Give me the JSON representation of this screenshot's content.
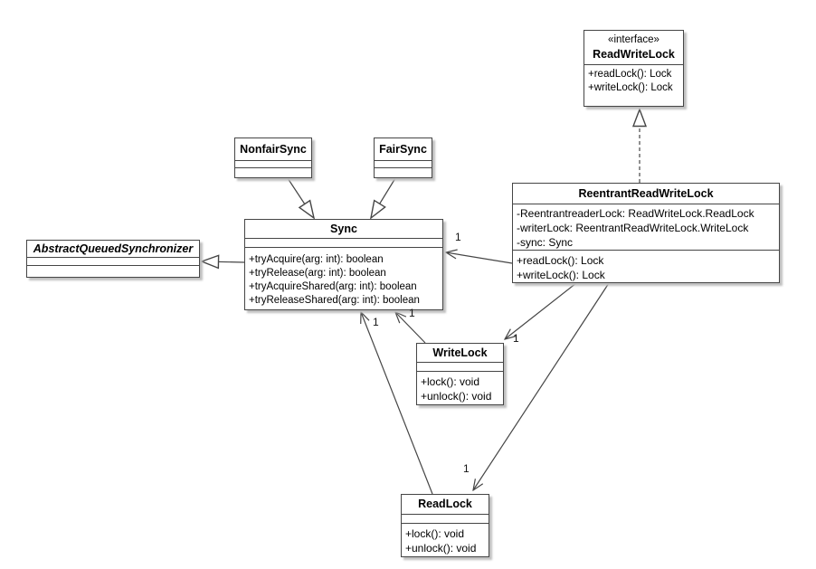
{
  "diagram": {
    "type": "uml-class-diagram",
    "subject": "ReentrantReadWriteLock structure",
    "colors": {
      "background": "#ffffff",
      "box_border": "#454545",
      "line": "#454545",
      "shadow": "#bfbfbf",
      "text": "#000000"
    },
    "classes": {
      "read_write_lock": {
        "stereotype": "«interface»",
        "name": "ReadWriteLock",
        "methods": [
          "+readLock(): Lock",
          "+writeLock(): Lock"
        ]
      },
      "reentrant_read_write_lock": {
        "name": "ReentrantReadWriteLock",
        "attributes": [
          "-ReentrantreaderLock: ReadWriteLock.ReadLock",
          "-writerLock: ReentrantReadWriteLock.WriteLock",
          "-sync: Sync"
        ],
        "methods": [
          "+readLock(): Lock",
          "+writeLock(): Lock"
        ]
      },
      "sync": {
        "name": "Sync",
        "methods": [
          "+tryAcquire(arg: int): boolean",
          "+tryRelease(arg: int): boolean",
          "+tryAcquireShared(arg: int): boolean",
          "+tryReleaseShared(arg: int): boolean"
        ]
      },
      "nonfair_sync": {
        "name": "NonfairSync"
      },
      "fair_sync": {
        "name": "FairSync"
      },
      "abstract_queued_synchronizer": {
        "name": "AbstractQueuedSynchronizer"
      },
      "write_lock": {
        "name": "WriteLock",
        "methods": [
          "+lock(): void",
          "+unlock(): void"
        ]
      },
      "read_lock": {
        "name": "ReadLock",
        "methods": [
          "+lock(): void",
          "+unlock(): void"
        ]
      }
    },
    "relationships": [
      {
        "type": "realization",
        "from": "ReentrantReadWriteLock",
        "to": "ReadWriteLock"
      },
      {
        "type": "generalization",
        "from": "NonfairSync",
        "to": "Sync"
      },
      {
        "type": "generalization",
        "from": "FairSync",
        "to": "Sync"
      },
      {
        "type": "generalization",
        "from": "Sync",
        "to": "AbstractQueuedSynchronizer"
      },
      {
        "type": "association",
        "from": "ReentrantReadWriteLock",
        "to": "Sync",
        "multiplicity": "1"
      },
      {
        "type": "association",
        "from": "WriteLock",
        "to": "Sync",
        "multiplicity": "1"
      },
      {
        "type": "association",
        "from": "ReadLock",
        "to": "Sync",
        "multiplicity": "1"
      },
      {
        "type": "association",
        "from": "ReentrantReadWriteLock",
        "to": "WriteLock",
        "multiplicity": "1"
      },
      {
        "type": "association",
        "from": "ReentrantReadWriteLock",
        "to": "ReadLock",
        "multiplicity": "1"
      }
    ],
    "multiplicities": {
      "rrwl_to_sync": "1",
      "write_lock_to_sync": "1",
      "read_lock_to_sync": "1",
      "rrwl_to_write_lock": "1",
      "rrwl_to_read_lock": "1"
    }
  }
}
